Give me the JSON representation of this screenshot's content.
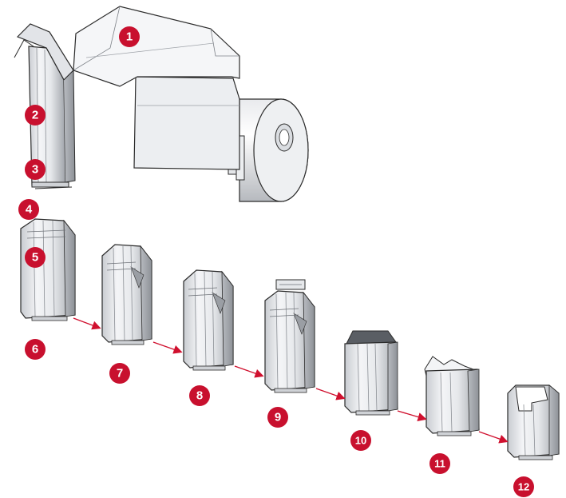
{
  "colors": {
    "badge": "#c8102e",
    "badge_text": "#ffffff",
    "arrow": "#d0102e",
    "film_light": "#f2f3f5",
    "film_mid": "#d9dbdf",
    "film_dark": "#a9adb3",
    "outline": "#2b2b2b"
  },
  "steps": [
    {
      "number": "1"
    },
    {
      "number": "2"
    },
    {
      "number": "3"
    },
    {
      "number": "4"
    },
    {
      "number": "5"
    },
    {
      "number": "6"
    },
    {
      "number": "7"
    },
    {
      "number": "8"
    },
    {
      "number": "9"
    },
    {
      "number": "10"
    },
    {
      "number": "11"
    },
    {
      "number": "12"
    }
  ]
}
